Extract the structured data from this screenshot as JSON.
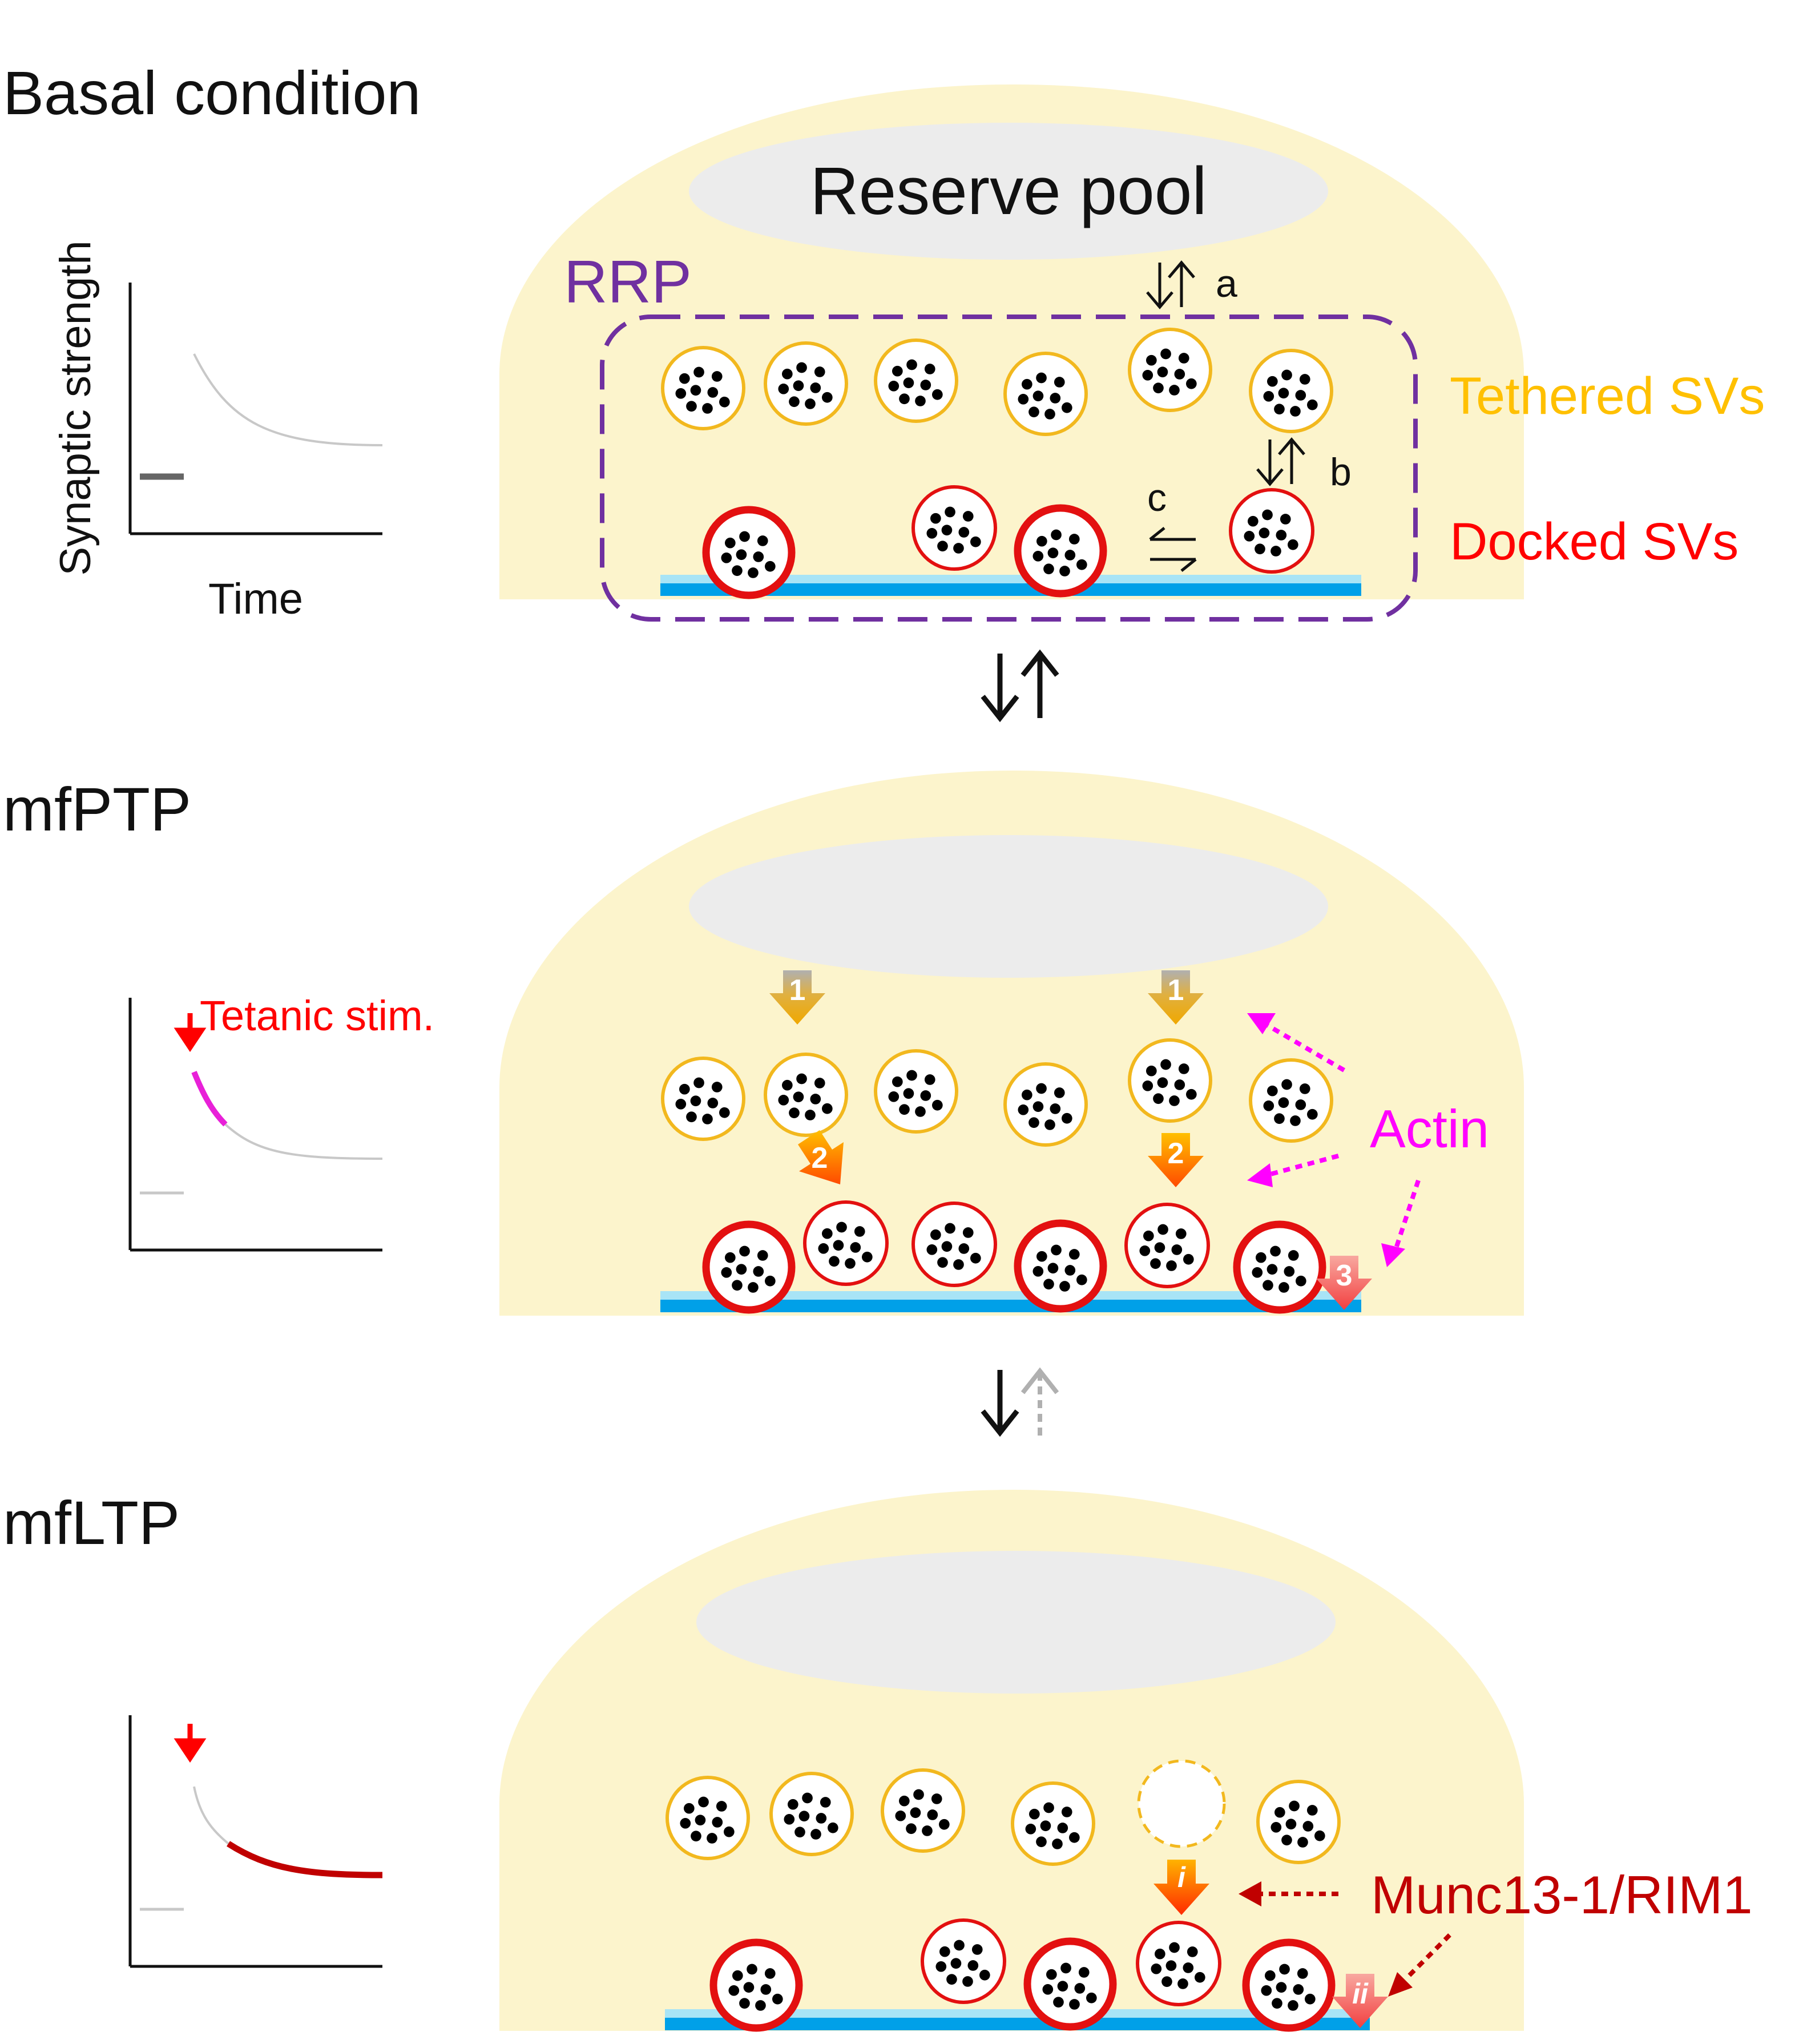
{
  "panels": {
    "basal": {
      "title": "Basal condition"
    },
    "ptp": {
      "title": "mfPTP"
    },
    "ltp": {
      "title": "mfLTP"
    }
  },
  "axes": {
    "ylabel": "Synaptic strength",
    "xlabel": "Time"
  },
  "labels": {
    "reserve_pool": "Reserve pool",
    "rrp": "RRP",
    "tethered": "Tethered SVs",
    "docked": "Docked SVs",
    "step_a": "a",
    "step_b": "b",
    "step_c": "c",
    "tetanic": "Tetanic stim.",
    "actin": "Actin",
    "munc": "Munc13-1/RIM1"
  },
  "steps": {
    "one": "1",
    "two": "2",
    "three": "3",
    "i": "i",
    "ii": "ii"
  },
  "colors": {
    "terminal": "#fcf4cc",
    "reserve_pool": "#ececec",
    "tethered_ring": "#f2b81e",
    "docked_ring": "#e31010",
    "membrane": "#00a0e8",
    "membrane_light": "#a8e4f6",
    "rrp_box": "#7030a0",
    "actin": "#ff00ff",
    "munc": "#c00000",
    "basal_curve": "#c8c8c8",
    "ptp_curve": "#e820d8",
    "ltp_curve": "#c00000"
  }
}
